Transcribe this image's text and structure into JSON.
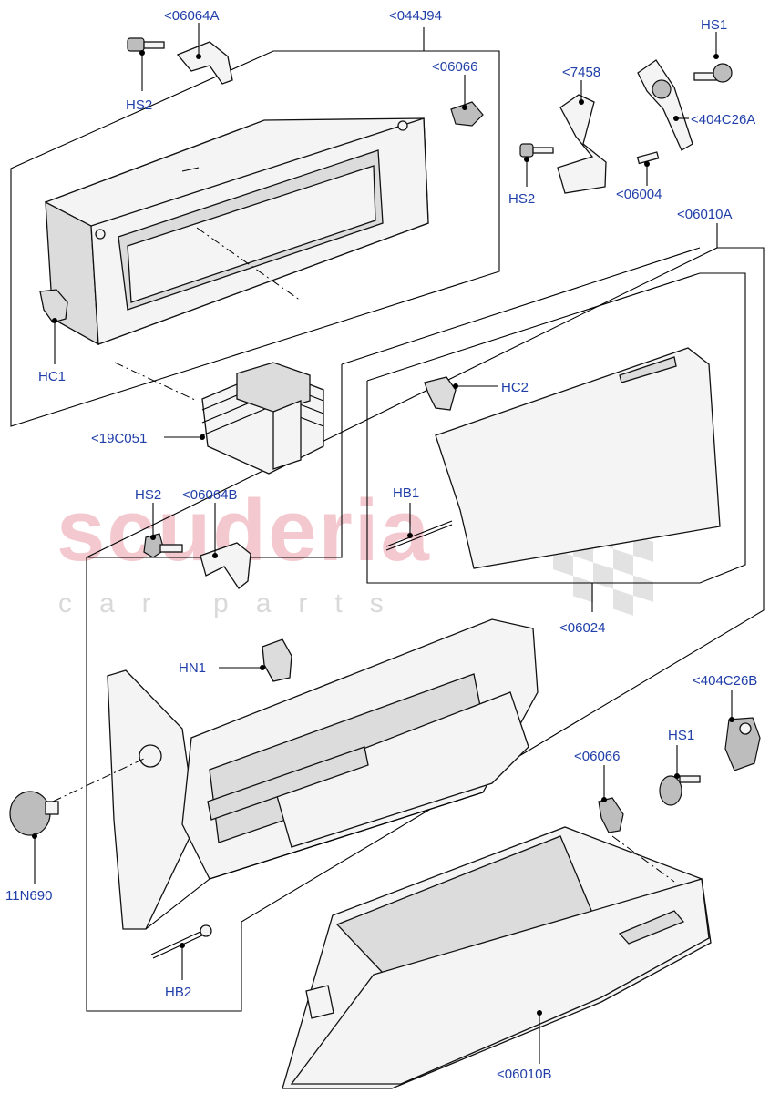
{
  "watermark": {
    "brand": "scuderia",
    "sub": "car parts"
  },
  "labels": {
    "p06064A": "<06064A",
    "p044J94": "<044J94",
    "HS1_top": "HS1",
    "HS2_top": "HS2",
    "p06066_top": "<06066",
    "p7458": "<7458",
    "p404C26A": "<404C26A",
    "HS2_mid": "HS2",
    "p06004": "<06004",
    "p06010A": "<06010A",
    "HC1": "HC1",
    "HC2": "HC2",
    "p19C051": "<19C051",
    "HB1": "HB1",
    "HS2_low": "HS2",
    "p06064B": "<06064B",
    "p06024": "<06024",
    "HN1": "HN1",
    "p404C26B": "<404C26B",
    "p06066_low": "<06066",
    "HS1_low": "HS1",
    "p11N690": "11N690",
    "HB2": "HB2",
    "p06010B": "<06010B"
  }
}
